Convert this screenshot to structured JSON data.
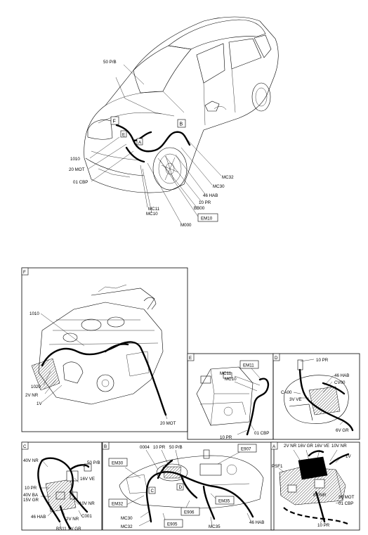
{
  "main_view": {
    "labels": {
      "p50": "50 P/B",
      "p1010": "1010",
      "p20mot": "20 MOT",
      "p01cbp": "01 CBP",
      "mc32": "MC32",
      "mc30": "MC30",
      "h46": "46 HAB",
      "pr10": "10 PR",
      "bb00": "BB00",
      "mc11": "MC11",
      "mc10": "MC10",
      "m000": "M000",
      "em10": "EM10"
    },
    "view_markers": {
      "f": "F",
      "e": "E",
      "a": "A",
      "b": "B"
    }
  },
  "detail_f": {
    "letter": "F",
    "labels": {
      "p1010": "1010",
      "p1020": "1020",
      "nr2v": "2V NR",
      "v1": "1V",
      "mot20": "20 MOT"
    }
  },
  "detail_e": {
    "letter": "E",
    "labels": {
      "em11": "EM11",
      "mc11": "MC11",
      "mc10": "MC10",
      "pr10": "10 PR",
      "cbp01": "01 CBP"
    }
  },
  "detail_d": {
    "letter": "D",
    "labels": {
      "pr10": "10 PR",
      "hab46": "46 HAB",
      "cv00": "CV00",
      "ve3v": "3V VE",
      "ca00": "CA00",
      "gr6v": "6V GR"
    }
  },
  "detail_c": {
    "letter": "C",
    "labels": {
      "nr40v": "40V NR",
      "pb50": "50 P/B",
      "ve16v": "16V VE",
      "pr10": "10 PR",
      "ba40v": "40V BA",
      "gr15v": "15V GR",
      "nr10v": "10V NR",
      "c001": "C001",
      "nr2v": "2V NR",
      "hab46": "46 HAB",
      "bs11": "BS11",
      "gr2v": "2V GR"
    }
  },
  "detail_b": {
    "letter": "B",
    "labels": {
      "p0004": "0004",
      "pr10": "10 PR",
      "pb50": "50 P/B",
      "e907": "E907",
      "em30": "EM30",
      "em32": "EM32",
      "e906": "E906",
      "em35": "EM35",
      "mc30": "MC30",
      "mc32": "MC32",
      "e905": "E905",
      "mc35": "MC35",
      "hab46": "46 HAB",
      "c": "C",
      "d": "D"
    }
  },
  "detail_a": {
    "letter": "A",
    "labels": {
      "nr2v": "2V NR",
      "gr16v": "16V GR",
      "ve16v": "16V VE",
      "nr10v": "10V NR",
      "v1": "1V",
      "psf1": "PSF1",
      "nr8v": "8V NR",
      "mot20": "20 MOT",
      "cbp01": "01 CBP",
      "pr10": "10 PR"
    }
  }
}
